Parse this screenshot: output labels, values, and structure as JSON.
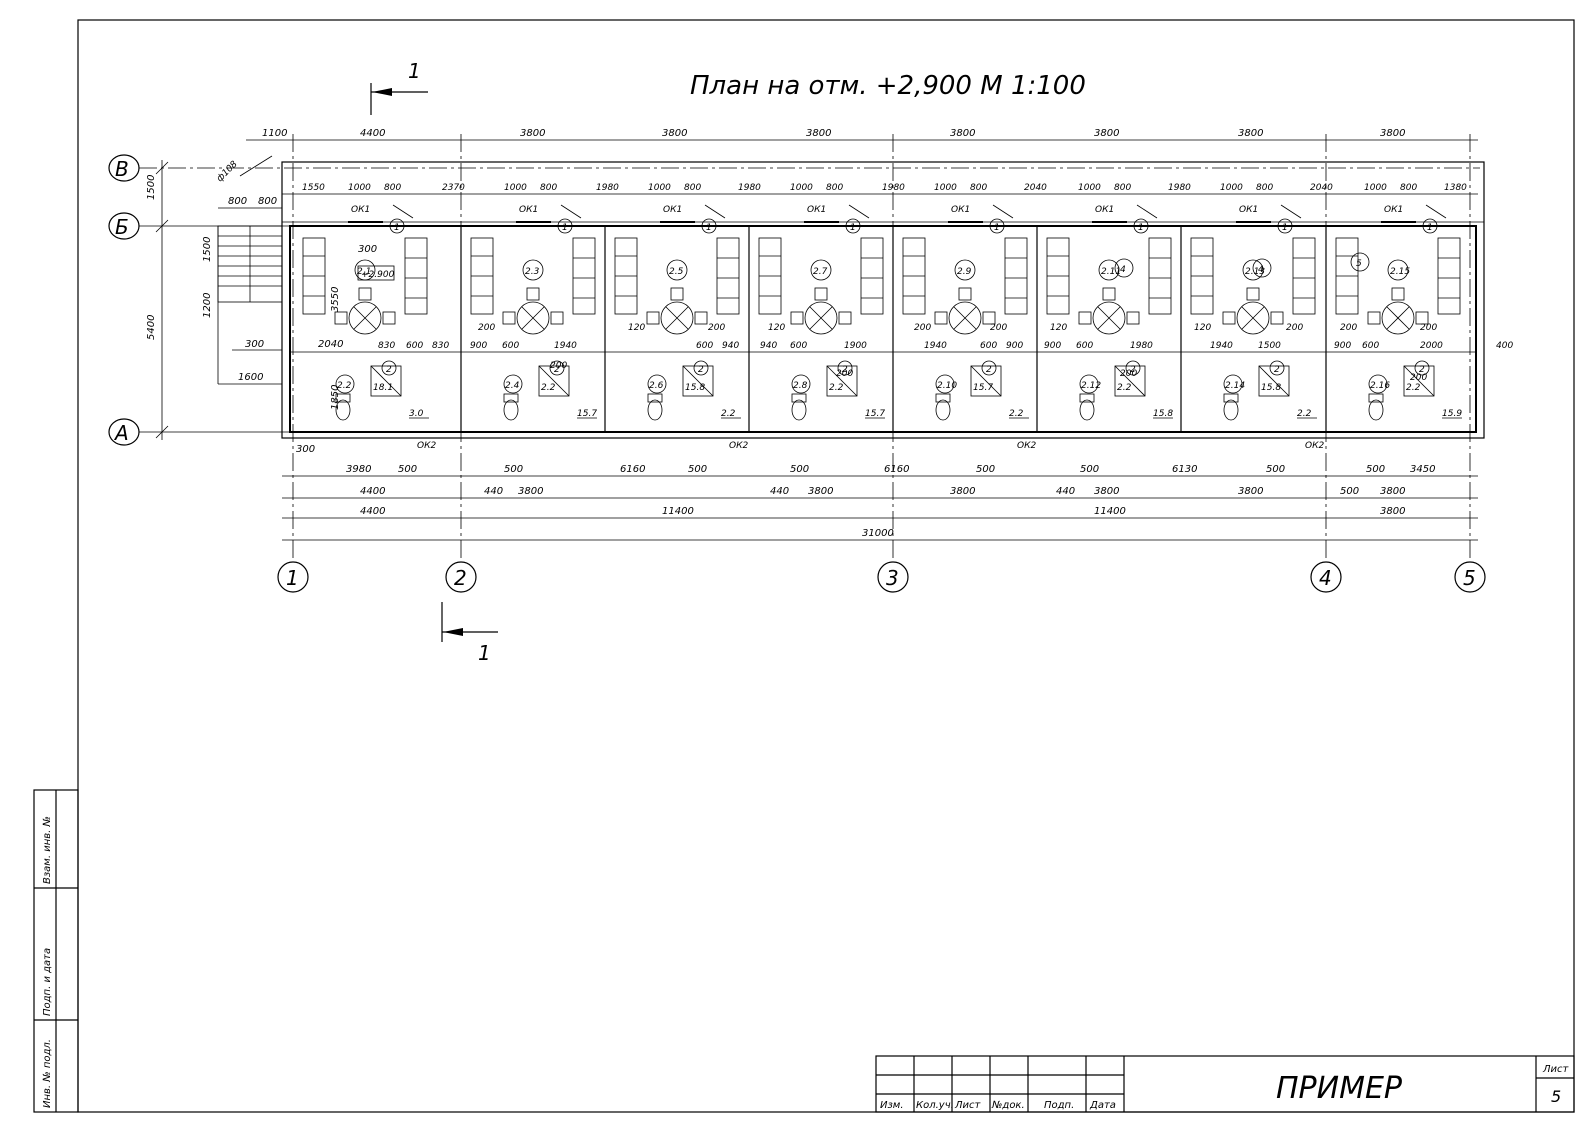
{
  "title": "План на отм. +2,900 М 1:100",
  "section_mark": "1",
  "axes_letters": [
    "В",
    "Б",
    "А"
  ],
  "axes_numbers": [
    "1",
    "2",
    "3",
    "4",
    "5"
  ],
  "level_mark": "+2.900",
  "window_mark": "ОК1",
  "window_mark_2": "ОК2",
  "pipe_label": "ф108",
  "top_dims": [
    "1100",
    "4400",
    "3800",
    "3800",
    "3800",
    "3800",
    "3800",
    "3800",
    "3800"
  ],
  "top_dims_2": [
    "1550",
    "1000",
    "800",
    "2370",
    "1000",
    "800",
    "1980",
    "1000",
    "800",
    "1980",
    "1000",
    "800",
    "1980",
    "1000",
    "800",
    "2040",
    "1000",
    "800",
    "1980",
    "1000",
    "800",
    "2040",
    "1000",
    "800",
    "1380"
  ],
  "stair_dims": [
    "800",
    "800"
  ],
  "left_dims": [
    "1500",
    "5400",
    "1500",
    "1200",
    "3550",
    "1850",
    "300",
    "2040",
    "1600",
    "300",
    "300"
  ],
  "mid_dims": [
    "830",
    "600",
    "830",
    "900",
    "600",
    "200",
    "1940",
    "120",
    "600",
    "940",
    "200",
    "120",
    "940",
    "600",
    "1900",
    "200",
    "1940",
    "600",
    "900",
    "200",
    "120",
    "900",
    "600",
    "200",
    "1980",
    "120",
    "1940",
    "1500",
    "200",
    "900",
    "600",
    "2000",
    "200",
    "400",
    "200",
    "200",
    "200",
    "200"
  ],
  "room_numbers": [
    "2.1",
    "2.3",
    "2.5",
    "2.7",
    "2.9",
    "2.11",
    "2.13",
    "2.15",
    "2.2",
    "2.4",
    "2.6",
    "2.8",
    "2.10",
    "2.12",
    "2.14",
    "2.16"
  ],
  "room_areas": [
    "18.1",
    "3.0",
    "2.2",
    "15.7",
    "15.8",
    "2.2",
    "2.2",
    "15.7",
    "15.7",
    "2.2",
    "2.2",
    "15.8",
    "15.8",
    "2.2",
    "2.2",
    "15.9"
  ],
  "door_marks": [
    "1",
    "2",
    "4",
    "5"
  ],
  "bottom_dims_1": [
    "3980",
    "500",
    "500",
    "6160",
    "500",
    "500",
    "6160",
    "500",
    "500",
    "6130",
    "500",
    "500",
    "3450"
  ],
  "bottom_dims_1b": [
    "440",
    "3800",
    "440",
    "3800",
    "3800",
    "440",
    "3800",
    "3800",
    "500",
    "3800"
  ],
  "bottom_dims_2": [
    "4400"
  ],
  "bottom_dims_3": [
    "4400",
    "11400",
    "11400",
    "3800"
  ],
  "bottom_total": "31000",
  "side_stamp": [
    "Взам. инв. №",
    "Подп. и дата",
    "Инв. № подл."
  ],
  "title_block": {
    "headers": [
      "Изм.",
      "Кол.уч.",
      "Лист",
      "№док.",
      "Подп.",
      "Дата"
    ],
    "name": "ПРИМЕР",
    "sheet_label": "Лист",
    "sheet_number": "5"
  }
}
